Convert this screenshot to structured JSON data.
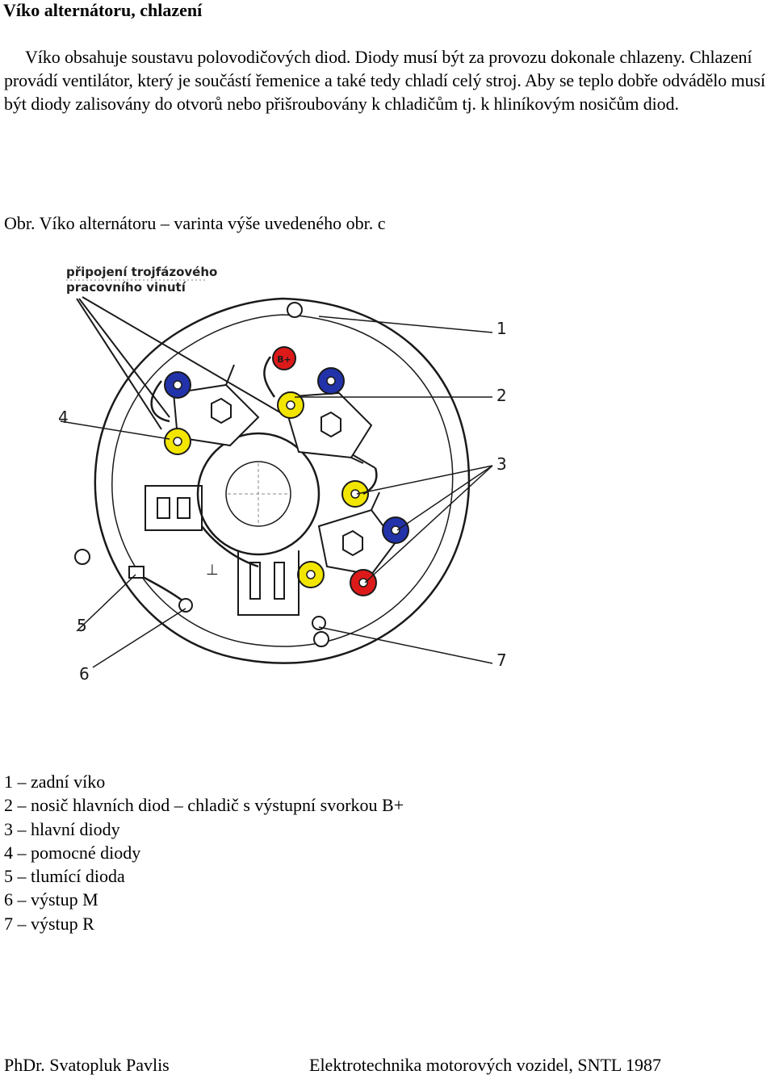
{
  "title": "Víko alternátoru, chlazení",
  "paragraph": "Víko obsahuje soustavu polovodičových diod. Diody musí být za provozu dokonale chlazeny. Chlazení provádí ventilátor, který je součástí řemenice a také tedy chladí celý stroj. Aby se teplo dobře odvádělo musí být diody zalisovány do otvorů nebo přišroubovány k chladičům tj. k hliníkovým nosičům diod.",
  "caption": "Obr. Víko alternátoru – varinta výše uvedeného obr. c",
  "figure": {
    "handwritten_label_line1": "připojení trojfázového",
    "handwritten_label_line2": "pracovního vinutí",
    "b_plus_label": "B+",
    "callouts": [
      "1",
      "2",
      "3",
      "4",
      "5",
      "6",
      "7"
    ],
    "colors": {
      "blue_diode": "#2233aa",
      "yellow_diode": "#f2e600",
      "red_diode": "#dd1a1a",
      "line": "#1a1a1a"
    }
  },
  "legend": [
    "1 – zadní víko",
    "2 – nosič hlavních diod – chladič s výstupní svorkou B+",
    "3 – hlavní diody",
    "4 – pomocné diody",
    "5 – tlumící dioda",
    "6 – výstup M",
    "7 – výstup R"
  ],
  "footer": {
    "left": "PhDr. Svatopluk Pavlis",
    "right": "Elektrotechnika motorových vozidel, SNTL 1987"
  }
}
